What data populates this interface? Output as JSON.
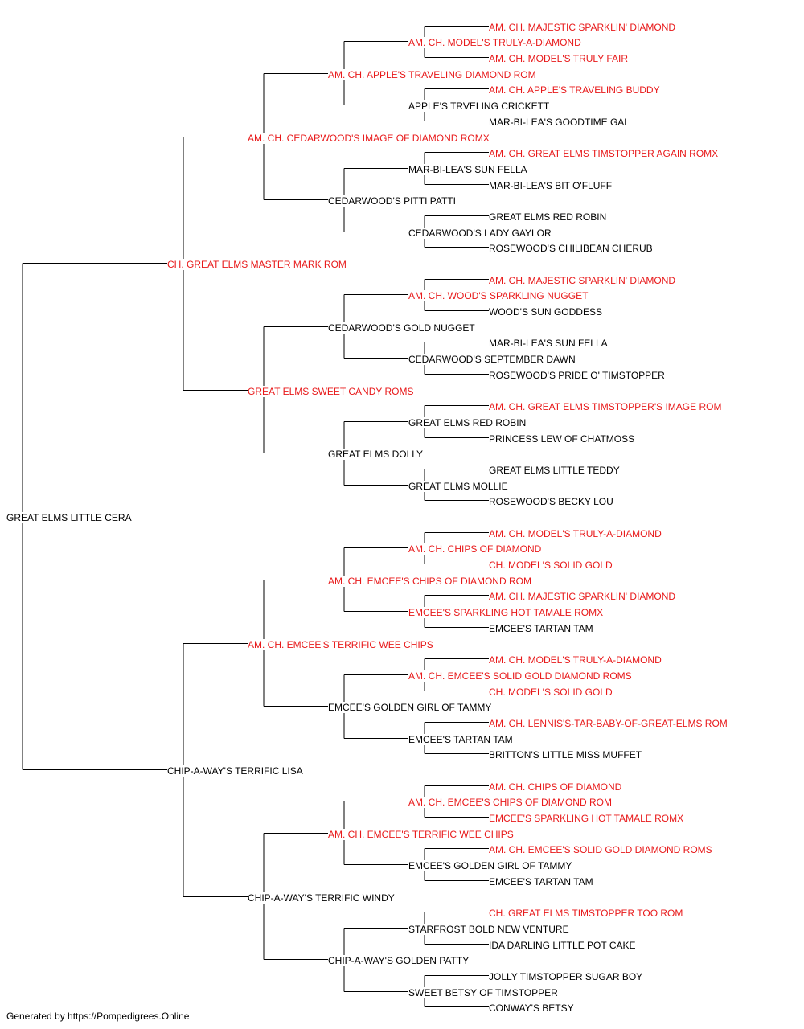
{
  "colors": {
    "champion": "#e8191a",
    "normal": "#000000",
    "line": "#000000"
  },
  "pedigree": {
    "name": "GREAT ELMS LITTLE CERA",
    "champion": false,
    "sire": {
      "name": "CH. GREAT ELMS MASTER MARK ROM",
      "champion": true,
      "sire": {
        "name": "AM. CH. CEDARWOOD'S IMAGE OF DIAMOND ROMX",
        "champion": true,
        "sire": {
          "name": "AM. CH. APPLE'S TRAVELING DIAMOND ROM",
          "champion": true,
          "sire": {
            "name": "AM. CH. MODEL'S TRULY-A-DIAMOND",
            "champion": true,
            "sire": {
              "name": "AM. CH. MAJESTIC SPARKLIN' DIAMOND",
              "champion": true
            },
            "dam": {
              "name": "AM. CH. MODEL'S TRULY FAIR",
              "champion": true
            }
          },
          "dam": {
            "name": "APPLE'S TRVELING CRICKETT",
            "champion": false,
            "sire": {
              "name": "AM. CH. APPLE'S TRAVELING BUDDY",
              "champion": true
            },
            "dam": {
              "name": "MAR-BI-LEA'S GOODTIME GAL",
              "champion": false
            }
          }
        },
        "dam": {
          "name": "CEDARWOOD'S PITTI PATTI",
          "champion": false,
          "sire": {
            "name": "MAR-BI-LEA'S SUN FELLA",
            "champion": false,
            "sire": {
              "name": "AM. CH. GREAT ELMS TIMSTOPPER AGAIN ROMX",
              "champion": true
            },
            "dam": {
              "name": "MAR-BI-LEA'S BIT O'FLUFF",
              "champion": false
            }
          },
          "dam": {
            "name": "CEDARWOOD'S LADY GAYLOR",
            "champion": false,
            "sire": {
              "name": "GREAT ELMS RED ROBIN",
              "champion": false
            },
            "dam": {
              "name": "ROSEWOOD'S CHILIBEAN CHERUB",
              "champion": false
            }
          }
        }
      },
      "dam": {
        "name": "GREAT ELMS SWEET CANDY ROMS",
        "champion": true,
        "sire": {
          "name": "CEDARWOOD'S GOLD NUGGET",
          "champion": false,
          "sire": {
            "name": "AM. CH. WOOD'S SPARKLING NUGGET",
            "champion": true,
            "sire": {
              "name": "AM. CH. MAJESTIC SPARKLIN' DIAMOND",
              "champion": true
            },
            "dam": {
              "name": "WOOD'S SUN GODDESS",
              "champion": false
            }
          },
          "dam": {
            "name": "CEDARWOOD'S SEPTEMBER DAWN",
            "champion": false,
            "sire": {
              "name": "MAR-BI-LEA'S SUN FELLA",
              "champion": false
            },
            "dam": {
              "name": "ROSEWOOD'S PRIDE O' TIMSTOPPER",
              "champion": false
            }
          }
        },
        "dam": {
          "name": "GREAT ELMS DOLLY",
          "champion": false,
          "sire": {
            "name": "GREAT ELMS RED ROBIN",
            "champion": false,
            "sire": {
              "name": "AM. CH. GREAT ELMS TIMSTOPPER'S IMAGE ROM",
              "champion": true
            },
            "dam": {
              "name": "PRINCESS LEW OF CHATMOSS",
              "champion": false
            }
          },
          "dam": {
            "name": "GREAT ELMS MOLLIE",
            "champion": false,
            "sire": {
              "name": "GREAT ELMS LITTLE TEDDY",
              "champion": false
            },
            "dam": {
              "name": "ROSEWOOD'S BECKY LOU",
              "champion": false
            }
          }
        }
      }
    },
    "dam": {
      "name": "CHIP-A-WAY'S TERRIFIC LISA",
      "champion": false,
      "sire": {
        "name": "AM. CH. EMCEE'S TERRIFIC WEE CHIPS",
        "champion": true,
        "sire": {
          "name": "AM. CH. EMCEE'S CHIPS OF DIAMOND ROM",
          "champion": true,
          "sire": {
            "name": "AM. CH. CHIPS OF DIAMOND",
            "champion": true,
            "sire": {
              "name": "AM. CH. MODEL'S TRULY-A-DIAMOND",
              "champion": true
            },
            "dam": {
              "name": "CH. MODEL'S SOLID GOLD",
              "champion": true
            }
          },
          "dam": {
            "name": "EMCEE'S SPARKLING HOT TAMALE ROMX",
            "champion": true,
            "sire": {
              "name": "AM. CH. MAJESTIC SPARKLIN' DIAMOND",
              "champion": true
            },
            "dam": {
              "name": "EMCEE'S TARTAN TAM",
              "champion": false
            }
          }
        },
        "dam": {
          "name": "EMCEE'S GOLDEN GIRL OF TAMMY",
          "champion": false,
          "sire": {
            "name": "AM. CH. EMCEE'S SOLID GOLD DIAMOND ROMS",
            "champion": true,
            "sire": {
              "name": "AM. CH. MODEL'S TRULY-A-DIAMOND",
              "champion": true
            },
            "dam": {
              "name": "CH. MODEL'S SOLID GOLD",
              "champion": true
            }
          },
          "dam": {
            "name": "EMCEE'S TARTAN TAM",
            "champion": false,
            "sire": {
              "name": "AM. CH. LENNIS'S-TAR-BABY-OF-GREAT-ELMS ROM",
              "champion": true
            },
            "dam": {
              "name": "BRITTON'S LITTLE MISS MUFFET",
              "champion": false
            }
          }
        }
      },
      "dam": {
        "name": "CHIP-A-WAY'S TERRIFIC WINDY",
        "champion": false,
        "sire": {
          "name": "AM. CH. EMCEE'S TERRIFIC WEE CHIPS",
          "champion": true,
          "sire": {
            "name": "AM. CH. EMCEE'S CHIPS OF DIAMOND ROM",
            "champion": true,
            "sire": {
              "name": "AM. CH. CHIPS OF DIAMOND",
              "champion": true
            },
            "dam": {
              "name": "EMCEE'S SPARKLING HOT TAMALE ROMX",
              "champion": true
            }
          },
          "dam": {
            "name": "EMCEE'S GOLDEN GIRL OF TAMMY",
            "champion": false,
            "sire": {
              "name": "AM. CH. EMCEE'S SOLID GOLD DIAMOND ROMS",
              "champion": true
            },
            "dam": {
              "name": "EMCEE'S TARTAN TAM",
              "champion": false
            }
          }
        },
        "dam": {
          "name": "CHIP-A-WAY'S GOLDEN PATTY",
          "champion": false,
          "sire": {
            "name": "STARFROST BOLD NEW VENTURE",
            "champion": false,
            "sire": {
              "name": "CH. GREAT ELMS TIMSTOPPER TOO ROM",
              "champion": true
            },
            "dam": {
              "name": "IDA DARLING LITTLE POT CAKE",
              "champion": false
            }
          },
          "dam": {
            "name": "SWEET BETSY OF TIMSTOPPER",
            "champion": false,
            "sire": {
              "name": "JOLLY TIMSTOPPER SUGAR BOY",
              "champion": false
            },
            "dam": {
              "name": "CONWAY'S BETSY",
              "champion": false
            }
          }
        }
      }
    }
  },
  "footer": "Generated by https://Pompedigrees.Online"
}
